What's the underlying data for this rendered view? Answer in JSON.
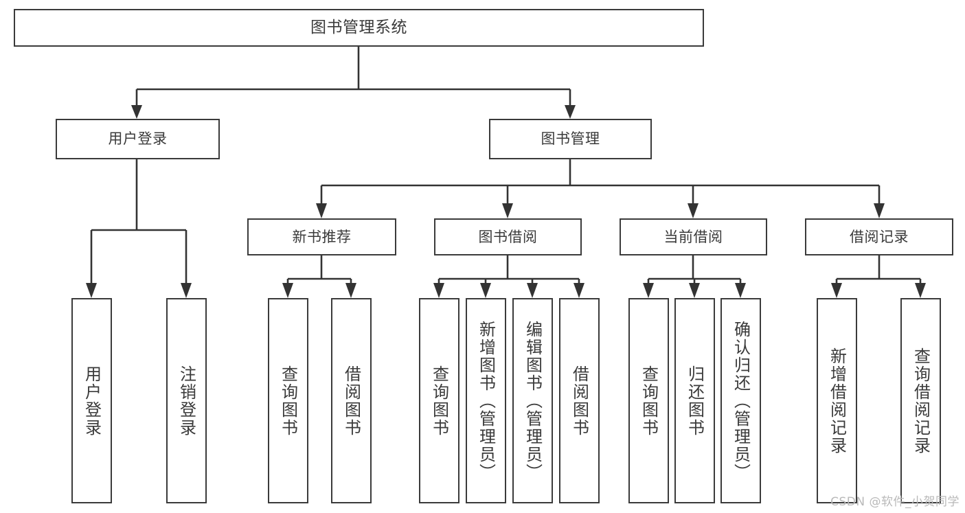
{
  "diagram": {
    "type": "tree",
    "title": "图书管理系统",
    "colors": {
      "background": "#ffffff",
      "border": "#3a3a3a",
      "text": "#3a3a3a",
      "connector": "#333333",
      "watermark": "#b9b9b9"
    },
    "root": {
      "label": "图书管理系统"
    },
    "level2": [
      {
        "label": "用户登录"
      },
      {
        "label": "图书管理"
      }
    ],
    "level3": [
      {
        "label": "新书推荐"
      },
      {
        "label": "图书借阅"
      },
      {
        "label": "当前借阅"
      },
      {
        "label": "借阅记录"
      }
    ],
    "leaves": {
      "user_login": [
        {
          "label": "用户登录"
        },
        {
          "label": "注销登录"
        }
      ],
      "new_book_recommend": [
        {
          "label": "查询图书"
        },
        {
          "label": "借阅图书"
        }
      ],
      "book_borrow": [
        {
          "label": "查询图书"
        },
        {
          "label": "新增图书（管理员）"
        },
        {
          "label": "编辑图书（管理员）"
        },
        {
          "label": "借阅图书"
        }
      ],
      "current_borrow": [
        {
          "label": "查询图书"
        },
        {
          "label": "归还图书"
        },
        {
          "label": "确认归还（管理员）"
        }
      ],
      "borrow_record": [
        {
          "label": "新增借阅记录"
        },
        {
          "label": "查询借阅记录"
        }
      ]
    }
  },
  "watermark": {
    "text": "CSDN @软件_小贺同学"
  }
}
